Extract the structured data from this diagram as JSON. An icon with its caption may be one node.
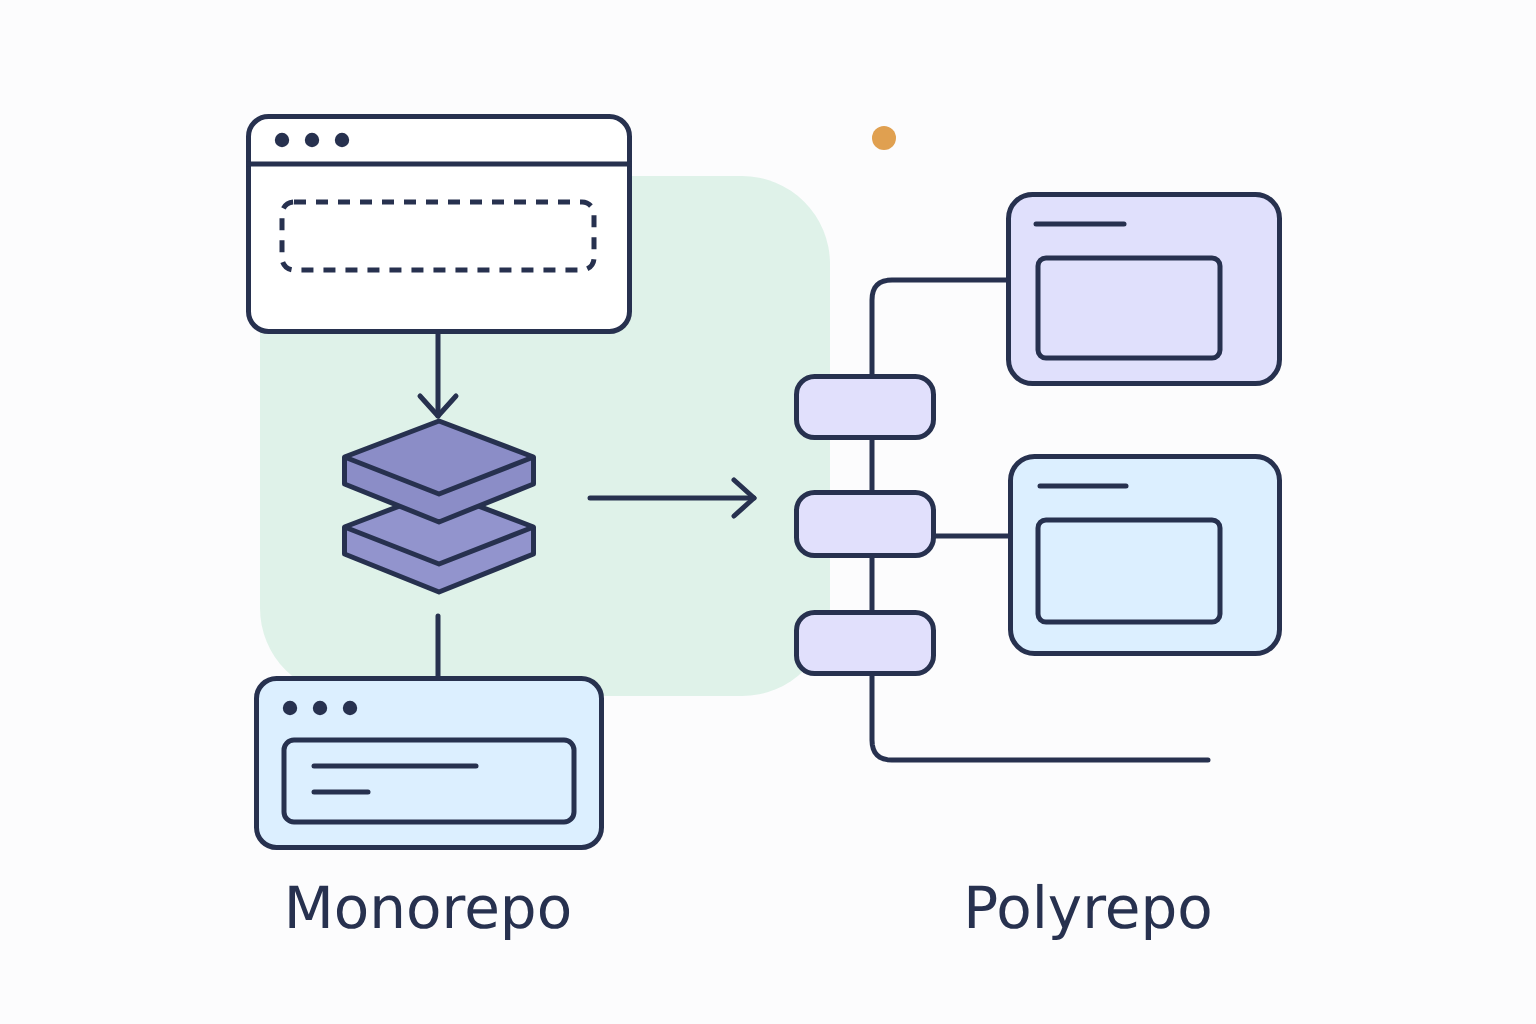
{
  "diagram": {
    "nodes": [
      {
        "text": [],
        "shape": "box"
      },
      {
        "text": [],
        "shape": "picture"
      },
      {
        "text": [],
        "shape": "box"
      },
      {
        "text": [],
        "shape": "box"
      },
      {
        "text": [],
        "shape": "box"
      },
      {
        "text": [],
        "shape": "box"
      },
      {
        "text": [],
        "shape": "box"
      },
      {
        "text": [],
        "shape": "box"
      }
    ],
    "edges": [
      {
        "from": 0,
        "to": 1,
        "arrow": "to"
      },
      {
        "from": 1,
        "to": 2,
        "arrow": "none"
      },
      {
        "from": 1,
        "to": 4,
        "arrow": "to"
      },
      {
        "from": 3,
        "to": 6,
        "arrow": "none"
      },
      {
        "from": 3,
        "to": 4,
        "arrow": "none"
      },
      {
        "from": 4,
        "to": 7,
        "arrow": "none"
      },
      {
        "from": 4,
        "to": 5,
        "arrow": "none"
      },
      {
        "from": 5,
        "to": null,
        "arrow": "none"
      }
    ],
    "labels": [
      "Monorepo",
      "Polyrepo"
    ]
  }
}
